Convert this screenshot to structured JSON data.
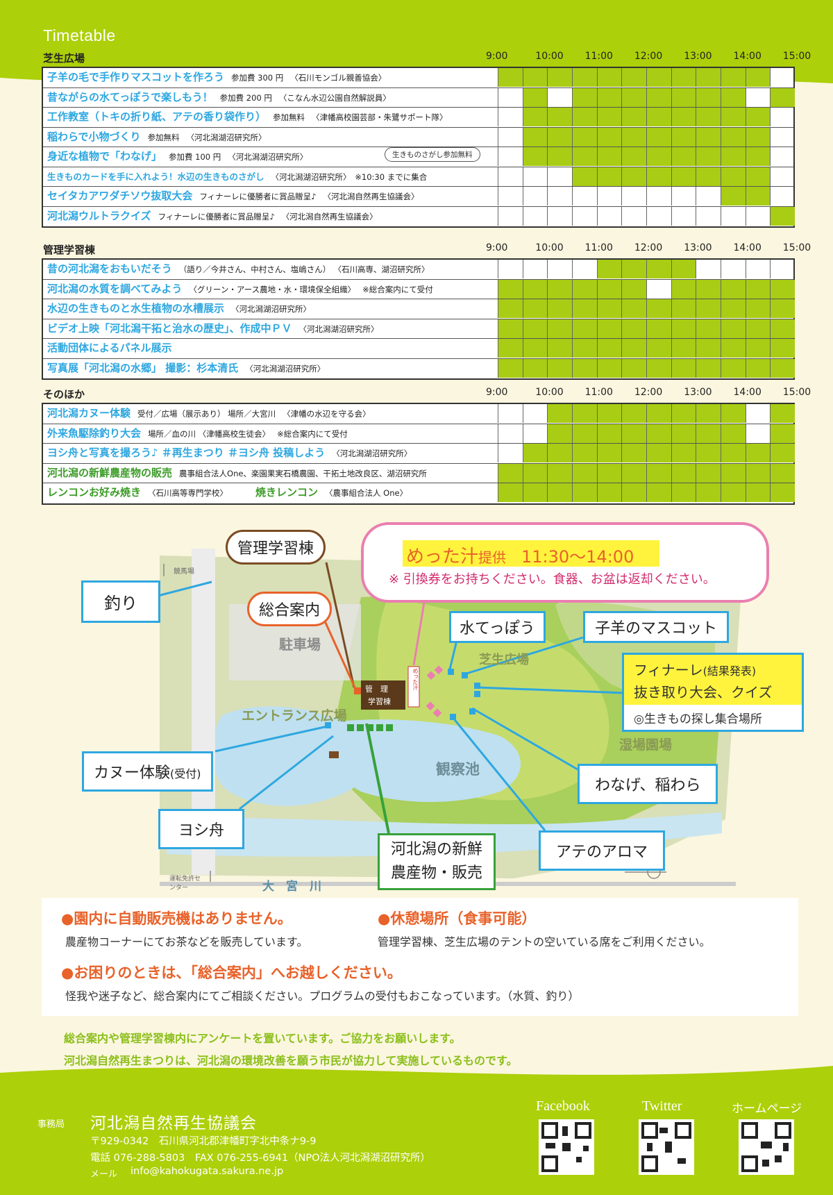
{
  "title": "Timetable",
  "times": [
    "9:00",
    "10:00",
    "11:00",
    "12:00",
    "13:00",
    "14:00",
    "15:00"
  ],
  "sections": [
    {
      "name": "芝生広場",
      "rows": [
        {
          "name": "子羊の毛で手作りマスコットを作ろう",
          "extra": "参加費 300 円",
          "org": "〈石川モンゴル親善協会〉",
          "slots": [
            1,
            1,
            1,
            1,
            1,
            1,
            1,
            1,
            1,
            1,
            1,
            0
          ]
        },
        {
          "name": "昔ながらの水てっぽうで楽しもう！",
          "extra": "参加費 200 円",
          "org": "〈こなん水辺公園自然解説員〉",
          "slots": [
            0,
            1,
            0,
            1,
            1,
            1,
            1,
            1,
            1,
            1,
            0,
            1
          ]
        },
        {
          "name": "工作教室（トキの折り紙、アテの香り袋作り）",
          "extra": "参加無料",
          "org": "〈津幡高校園芸部・朱鷺サポート隊〉",
          "slots": [
            0,
            1,
            1,
            1,
            1,
            1,
            1,
            1,
            1,
            1,
            1,
            0
          ]
        },
        {
          "name": "稲わらで小物づくり",
          "extra": "参加無料",
          "org": "〈河北潟湖沼研究所〉",
          "slots": [
            0,
            1,
            1,
            1,
            1,
            1,
            1,
            1,
            1,
            1,
            1,
            0
          ]
        },
        {
          "name": "身近な植物で「わなげ」",
          "extra": "参加費 100 円",
          "org": "〈河北潟湖沼研究所〉",
          "slots": [
            0,
            1,
            1,
            1,
            1,
            1,
            1,
            1,
            1,
            1,
            1,
            0
          ]
        },
        {
          "name": "生きものカードを手に入れよう！水辺の生きものさがし",
          "org": "〈河北潟湖沼研究所〉　※10:30 までに集合",
          "small": true,
          "slots": [
            0,
            0,
            0,
            1,
            1,
            1,
            1,
            1,
            1,
            1,
            1,
            0
          ]
        },
        {
          "name": "セイタカアワダチソウ抜取大会",
          "extra": "フィナーレに優勝者に賞品贈呈♪",
          "org": "〈河北潟自然再生協議会〉",
          "slots": [
            0,
            0,
            0,
            0,
            0,
            0,
            0,
            0,
            0,
            1,
            1,
            0
          ]
        },
        {
          "name": "河北潟ウルトラクイズ",
          "extra": "フィナーレに優勝者に賞品贈呈♪",
          "org": "〈河北潟自然再生協議会〉",
          "slots": [
            0,
            0,
            0,
            0,
            0,
            0,
            0,
            0,
            0,
            0,
            0,
            1
          ]
        }
      ]
    },
    {
      "name": "管理学習棟",
      "rows": [
        {
          "name": "昔の河北潟をおもいだそう",
          "extra": "（語り／今井さん、中村さん、塩嶋さん）",
          "org": "〈石川高専、湖沼研究所〉",
          "slots": [
            0,
            0,
            0,
            0,
            1,
            1,
            1,
            1,
            0,
            0,
            0,
            0
          ]
        },
        {
          "name": "河北潟の水質を調べてみよう",
          "extra": "〈グリーン・アース農地・水・環境保全組織〉",
          "org": "※総合案内にて受付",
          "slots": [
            1,
            1,
            1,
            1,
            1,
            1,
            0,
            1,
            1,
            1,
            1,
            1
          ]
        },
        {
          "name": "水辺の生きものと水生植物の水槽展示",
          "org": "〈河北潟湖沼研究所〉",
          "slots": [
            1,
            1,
            1,
            1,
            1,
            1,
            1,
            1,
            1,
            1,
            1,
            1
          ]
        },
        {
          "name": "ビデオ上映「河北潟干拓と治水の歴史」、作成中ＰＶ",
          "org": "〈河北潟湖沼研究所〉",
          "slots": [
            1,
            1,
            1,
            1,
            1,
            1,
            1,
            1,
            1,
            1,
            1,
            1
          ]
        },
        {
          "name": "活動団体によるパネル展示",
          "slots": [
            1,
            1,
            1,
            1,
            1,
            1,
            1,
            1,
            1,
            1,
            1,
            1
          ]
        },
        {
          "name": "写真展「河北潟の水郷」 撮影：杉本清氏",
          "org": "〈河北潟湖沼研究所〉",
          "slots": [
            1,
            1,
            1,
            1,
            1,
            1,
            1,
            1,
            1,
            1,
            1,
            1
          ]
        }
      ]
    },
    {
      "name": "そのほか",
      "rows": [
        {
          "name": "河北潟カヌー体験",
          "extra": "受付／広場（展示あり） 場所／大宮川",
          "org": "〈津幡の水辺を守る会〉",
          "slots": [
            0,
            0,
            1,
            1,
            1,
            1,
            1,
            1,
            1,
            1,
            0,
            1
          ]
        },
        {
          "name": "外来魚駆除釣り大会",
          "extra": "場所／血の川 〈津幡高校生徒会〉",
          "org": "※総合案内にて受付",
          "slots": [
            0,
            0,
            1,
            1,
            1,
            1,
            1,
            1,
            1,
            1,
            0,
            1
          ]
        },
        {
          "name": "ヨシ舟と写真を撮ろう♪ ＃再生まつり ＃ヨシ舟 投稿しよう",
          "org": "〈河北潟湖沼研究所〉",
          "slots": [
            0,
            1,
            1,
            1,
            1,
            1,
            1,
            1,
            1,
            1,
            1,
            1
          ]
        },
        {
          "name": "河北潟の新鮮農産物の販売",
          "extra": "農事組合法人One、楽園果実石橋農園、干拓土地改良区、湖沼研究所",
          "green": true,
          "slots": [
            1,
            1,
            1,
            1,
            1,
            1,
            1,
            1,
            1,
            1,
            1,
            1
          ]
        },
        {
          "name": "レンコンお好み焼き",
          "extra": "〈石川高等専門学校〉",
          "name2": "焼きレンコン",
          "org": "〈農事組合法人 One〉",
          "green": true,
          "slots": [
            1,
            1,
            1,
            1,
            1,
            1,
            1,
            1,
            1,
            1,
            1,
            1
          ]
        }
      ]
    }
  ],
  "bubble": "生きものさがし参加無料",
  "map": {
    "kanri": "管理学習棟",
    "sogo": "総合案内",
    "tsuri": "釣り",
    "metta_title": "めった汁",
    "metta_sub": "提供",
    "metta_time": "11:30〜14:00",
    "metta_note": "※ 引換券をお持ちください。食器、お盆は返却ください。",
    "mizu": "水てっぽう",
    "kohitsuji": "子羊のマスコット",
    "finale1": "フィナーレ",
    "finale1b": "(結果発表)",
    "finale2": "抜き取り大会、クイズ",
    "finale3": "◎生きもの探し集合場所",
    "canoe": "カヌー体験",
    "canoe_sub": "(受付)",
    "yoshi": "ヨシ舟",
    "nousan1": "河北潟の新鮮",
    "nousan2": "農産物・販売",
    "ate": "アテのアロマ",
    "wanage": "わなげ、稲わら",
    "chushajo": "駐車場",
    "entrance": "エントランス広場",
    "shibafu": "芝生広場",
    "kansatsu": "観察池",
    "shicchi": "湿場園場",
    "omiya": "大　宮　川",
    "keibajo": "競馬場",
    "menkyo": "運転免許センター",
    "bldg1": "管　理",
    "bldg2": "学習棟",
    "metta_tag": "めった汁"
  },
  "notices": {
    "n1_title": "●園内に自動販売機はありません。",
    "n1_text": "農産物コーナーにてお茶などを販売しています。",
    "n2_title": "●休憩場所（食事可能）",
    "n2_text": "管理学習棟、芝生広場のテントの空いている席をご利用ください。",
    "n3_title": "●お困りのときは、「総合案内」へお越しください。",
    "n3_text": "怪我や迷子など、総合案内にてご相談ください。プログラムの受付もおこなっています。（水質、釣り）"
  },
  "messages": [
    "総合案内や管理学習棟内にアンケートを置いています。ご協力をお願いします。",
    "河北潟自然再生まつりは、河北潟の環境改善を願う市民が協力して実施しているものです。"
  ],
  "footer": {
    "office_label": "事務局",
    "org": "河北潟自然再生協議会",
    "address": "〒929-0342　石川県河北郡津幡町字北中条ナ9-9",
    "phone": "電話 076-288-5803　FAX 076-255-6941（NPO法人河北潟湖沼研究所）",
    "mail_label": "メール",
    "mail": "info@kahokugata.sakura.ne.jp",
    "qr": [
      "Facebook",
      "Twitter",
      "ホームページ"
    ]
  }
}
